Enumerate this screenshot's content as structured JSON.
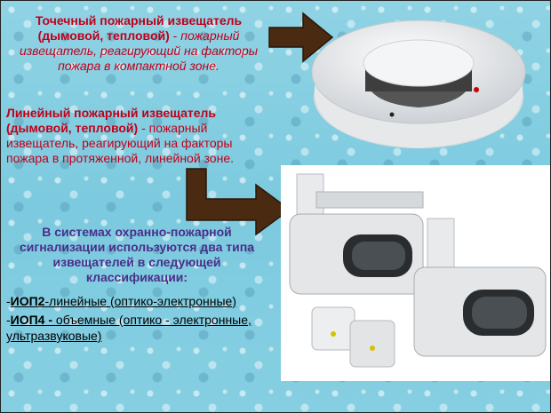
{
  "point": {
    "title": "Точечный пожарный извещатель (дымовой, тепловой)",
    "sep": " - ",
    "desc": "пожарный извещатель, реагирующий на факторы пожара в компактной зоне."
  },
  "linear": {
    "title": "Линейный пожарный извещатель (дымовой, тепловой)",
    "sep": " - ",
    "desc": "пожарный извещатель, реагирующий на факторы пожара в протяженной, линейной зоне."
  },
  "classification": {
    "intro": "В системах охранно-пожарной сигнализации используются два типа извещателей в следующей классификации:",
    "item1_prefix": "-",
    "item1_code": "ИОП2",
    "item1_text": "-линейные (оптико-электронные)",
    "item2_prefix": "-",
    "item2_code": "ИОП4 - ",
    "item2_text": "объемные (оптико - электронные, ультразвуковые)"
  },
  "colors": {
    "text_red": "#c0001a",
    "text_purple": "#4a2e8a",
    "arrow": "#4a2a10"
  }
}
